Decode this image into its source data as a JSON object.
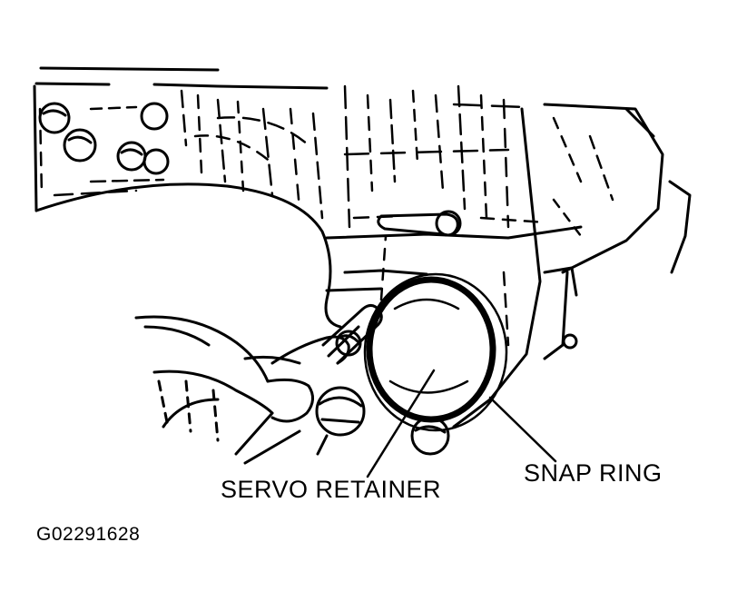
{
  "labels": {
    "servo_retainer": "SERVO RETAINER",
    "snap_ring": "SNAP RING"
  },
  "figure_id": "G02291628",
  "colors": {
    "ink": "#000000",
    "paper": "#ffffff"
  }
}
